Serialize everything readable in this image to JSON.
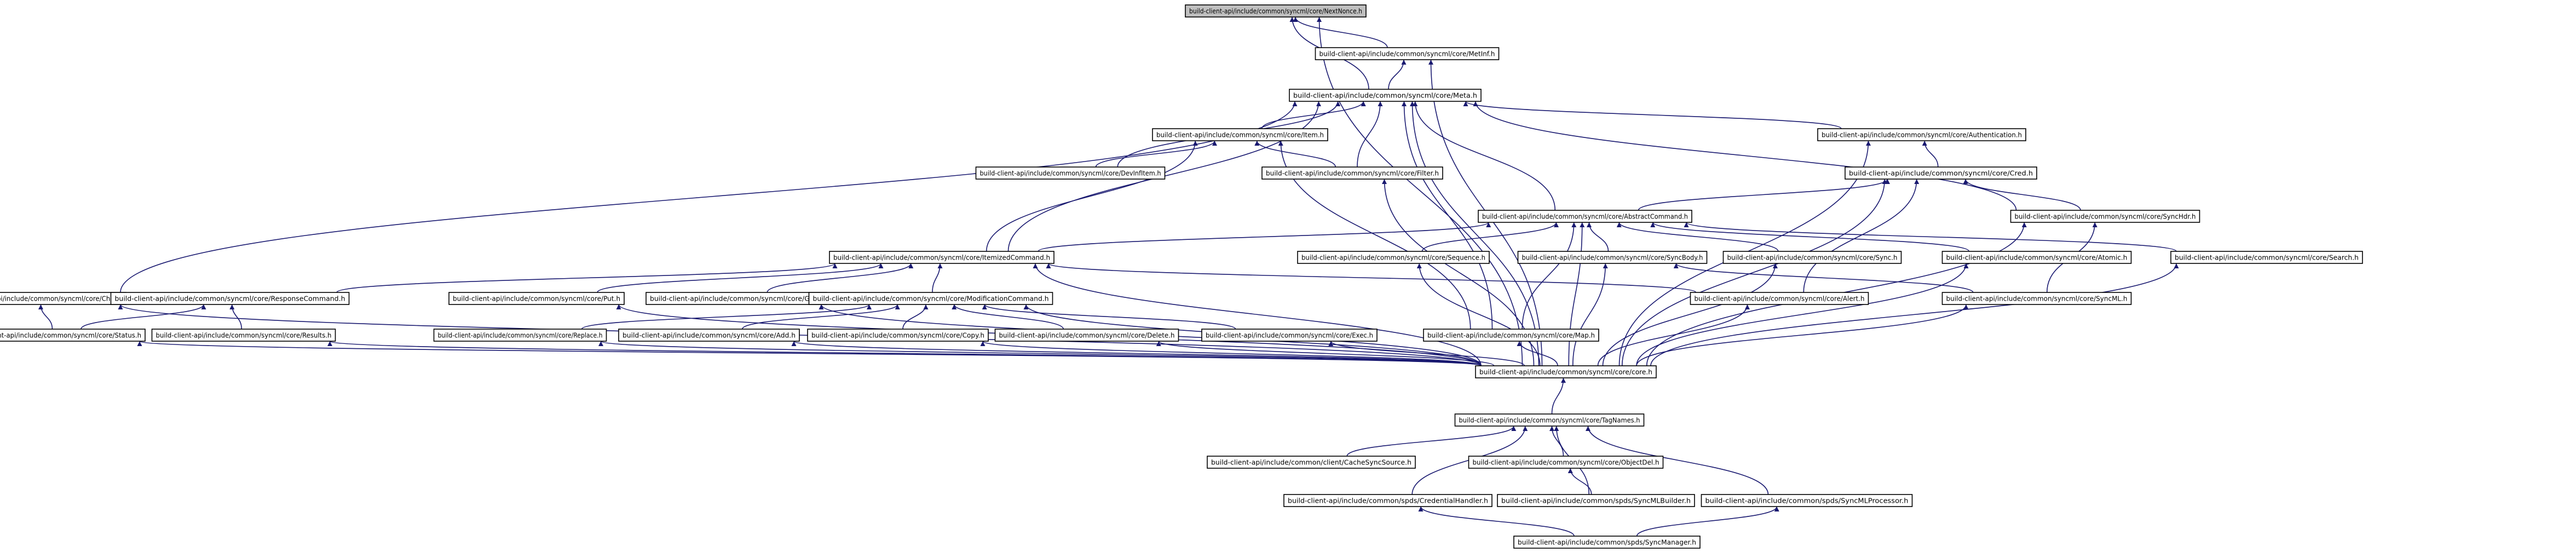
{
  "diagram": {
    "nodes": [
      {
        "id": "NextNonce",
        "label": "build-client-api/include/common/syncml/core/NextNonce.h",
        "root": true
      },
      {
        "id": "MetInf",
        "label": "build-client-api/include/common/syncml/core/MetInf.h"
      },
      {
        "id": "Meta",
        "label": "build-client-api/include/common/syncml/core/Meta.h"
      },
      {
        "id": "Item",
        "label": "build-client-api/include/common/syncml/core/Item.h"
      },
      {
        "id": "Authentication",
        "label": "build-client-api/include/common/syncml/core/Authentication.h"
      },
      {
        "id": "DevInfItem",
        "label": "build-client-api/include/common/syncml/core/DevInfItem.h"
      },
      {
        "id": "Filter",
        "label": "build-client-api/include/common/syncml/core/Filter.h"
      },
      {
        "id": "Cred",
        "label": "build-client-api/include/common/syncml/core/Cred.h"
      },
      {
        "id": "AbstractCommand",
        "label": "build-client-api/include/common/syncml/core/AbstractCommand.h"
      },
      {
        "id": "SyncHdr",
        "label": "build-client-api/include/common/syncml/core/SyncHdr.h"
      },
      {
        "id": "ItemizedCommand",
        "label": "build-client-api/include/common/syncml/core/ItemizedCommand.h"
      },
      {
        "id": "Sequence",
        "label": "build-client-api/include/common/syncml/core/Sequence.h"
      },
      {
        "id": "SyncBody",
        "label": "build-client-api/include/common/syncml/core/SyncBody.h"
      },
      {
        "id": "Sync",
        "label": "build-client-api/include/common/syncml/core/Sync.h"
      },
      {
        "id": "Atomic",
        "label": "build-client-api/include/common/syncml/core/Atomic.h"
      },
      {
        "id": "Search",
        "label": "build-client-api/include/common/syncml/core/Search.h"
      },
      {
        "id": "Chal",
        "label": "build-client-api/include/common/syncml/core/Chal.h"
      },
      {
        "id": "ResponseCommand",
        "label": "build-client-api/include/common/syncml/core/ResponseCommand.h"
      },
      {
        "id": "Put",
        "label": "build-client-api/include/common/syncml/core/Put.h"
      },
      {
        "id": "Get",
        "label": "build-client-api/include/common/syncml/core/Get.h"
      },
      {
        "id": "ModificationCommand",
        "label": "build-client-api/include/common/syncml/core/ModificationCommand.h"
      },
      {
        "id": "Alert",
        "label": "build-client-api/include/common/syncml/core/Alert.h"
      },
      {
        "id": "SyncML",
        "label": "build-client-api/include/common/syncml/core/SyncML.h"
      },
      {
        "id": "Status",
        "label": "build-client-api/include/common/syncml/core/Status.h"
      },
      {
        "id": "Results",
        "label": "build-client-api/include/common/syncml/core/Results.h"
      },
      {
        "id": "Replace",
        "label": "build-client-api/include/common/syncml/core/Replace.h"
      },
      {
        "id": "Add",
        "label": "build-client-api/include/common/syncml/core/Add.h"
      },
      {
        "id": "Copy",
        "label": "build-client-api/include/common/syncml/core/Copy.h"
      },
      {
        "id": "Delete",
        "label": "build-client-api/include/common/syncml/core/Delete.h"
      },
      {
        "id": "Exec",
        "label": "build-client-api/include/common/syncml/core/Exec.h"
      },
      {
        "id": "Map",
        "label": "build-client-api/include/common/syncml/core/Map.h"
      },
      {
        "id": "core",
        "label": "build-client-api/include/common/syncml/core/core.h"
      },
      {
        "id": "TagNames",
        "label": "build-client-api/include/common/syncml/core/TagNames.h"
      },
      {
        "id": "CacheSyncSource",
        "label": "build-client-api/include/common/client/CacheSyncSource.h"
      },
      {
        "id": "ObjectDel",
        "label": "build-client-api/include/common/syncml/core/ObjectDel.h"
      },
      {
        "id": "CredentialHandler",
        "label": "build-client-api/include/common/spds/CredentialHandler.h"
      },
      {
        "id": "SyncMLBuilder",
        "label": "build-client-api/include/common/spds/SyncMLBuilder.h"
      },
      {
        "id": "SyncMLProcessor",
        "label": "build-client-api/include/common/spds/SyncMLProcessor.h"
      },
      {
        "id": "SyncManager",
        "label": "build-client-api/include/common/spds/SyncManager.h"
      }
    ],
    "edges": [
      [
        "NextNonce",
        "MetInf"
      ],
      [
        "NextNonce",
        "Meta"
      ],
      [
        "NextNonce",
        "core"
      ],
      [
        "MetInf",
        "Meta"
      ],
      [
        "MetInf",
        "core"
      ],
      [
        "Meta",
        "Item"
      ],
      [
        "Meta",
        "Authentication"
      ],
      [
        "Meta",
        "DevInfItem"
      ],
      [
        "Meta",
        "Filter"
      ],
      [
        "Meta",
        "AbstractCommand"
      ],
      [
        "Meta",
        "SyncHdr"
      ],
      [
        "Meta",
        "ItemizedCommand"
      ],
      [
        "Meta",
        "Chal"
      ],
      [
        "Meta",
        "Map"
      ],
      [
        "Meta",
        "core"
      ],
      [
        "Item",
        "DevInfItem"
      ],
      [
        "Item",
        "Filter"
      ],
      [
        "Item",
        "ItemizedCommand"
      ],
      [
        "Item",
        "Map"
      ],
      [
        "Authentication",
        "Cred"
      ],
      [
        "Authentication",
        "core"
      ],
      [
        "Cred",
        "AbstractCommand"
      ],
      [
        "Cred",
        "SyncHdr"
      ],
      [
        "Cred",
        "Alert"
      ],
      [
        "Cred",
        "core"
      ],
      [
        "Filter",
        "core"
      ],
      [
        "AbstractCommand",
        "ItemizedCommand"
      ],
      [
        "AbstractCommand",
        "Sequence"
      ],
      [
        "AbstractCommand",
        "SyncBody"
      ],
      [
        "AbstractCommand",
        "Sync"
      ],
      [
        "AbstractCommand",
        "Atomic"
      ],
      [
        "AbstractCommand",
        "Search"
      ],
      [
        "AbstractCommand",
        "Map"
      ],
      [
        "AbstractCommand",
        "core"
      ],
      [
        "SyncHdr",
        "SyncML"
      ],
      [
        "SyncHdr",
        "core"
      ],
      [
        "ItemizedCommand",
        "ResponseCommand"
      ],
      [
        "ItemizedCommand",
        "Put"
      ],
      [
        "ItemizedCommand",
        "Get"
      ],
      [
        "ItemizedCommand",
        "ModificationCommand"
      ],
      [
        "ItemizedCommand",
        "Alert"
      ],
      [
        "ItemizedCommand",
        "core"
      ],
      [
        "Sequence",
        "core"
      ],
      [
        "SyncBody",
        "SyncML"
      ],
      [
        "SyncBody",
        "core"
      ],
      [
        "Sync",
        "core"
      ],
      [
        "Atomic",
        "core"
      ],
      [
        "Search",
        "core"
      ],
      [
        "Chal",
        "Status"
      ],
      [
        "Chal",
        "core"
      ],
      [
        "ResponseCommand",
        "Status"
      ],
      [
        "ResponseCommand",
        "Results"
      ],
      [
        "Put",
        "core"
      ],
      [
        "Get",
        "core"
      ],
      [
        "ModificationCommand",
        "Replace"
      ],
      [
        "ModificationCommand",
        "Add"
      ],
      [
        "ModificationCommand",
        "Copy"
      ],
      [
        "ModificationCommand",
        "Delete"
      ],
      [
        "ModificationCommand",
        "Exec"
      ],
      [
        "ModificationCommand",
        "core"
      ],
      [
        "Alert",
        "core"
      ],
      [
        "SyncML",
        "core"
      ],
      [
        "Status",
        "core"
      ],
      [
        "Results",
        "core"
      ],
      [
        "Replace",
        "core"
      ],
      [
        "Add",
        "core"
      ],
      [
        "Copy",
        "core"
      ],
      [
        "Delete",
        "core"
      ],
      [
        "Exec",
        "core"
      ],
      [
        "Map",
        "core"
      ],
      [
        "core",
        "TagNames"
      ],
      [
        "TagNames",
        "CacheSyncSource"
      ],
      [
        "TagNames",
        "ObjectDel"
      ],
      [
        "TagNames",
        "CredentialHandler"
      ],
      [
        "TagNames",
        "SyncMLBuilder"
      ],
      [
        "TagNames",
        "SyncMLProcessor"
      ],
      [
        "ObjectDel",
        "SyncMLBuilder"
      ],
      [
        "CredentialHandler",
        "SyncManager"
      ],
      [
        "SyncMLProcessor",
        "SyncManager"
      ]
    ],
    "colors": {
      "edge": "#191970",
      "node_border": "#000000",
      "root_fill": "#bfbfbf",
      "node_fill": "#ffffff"
    }
  }
}
